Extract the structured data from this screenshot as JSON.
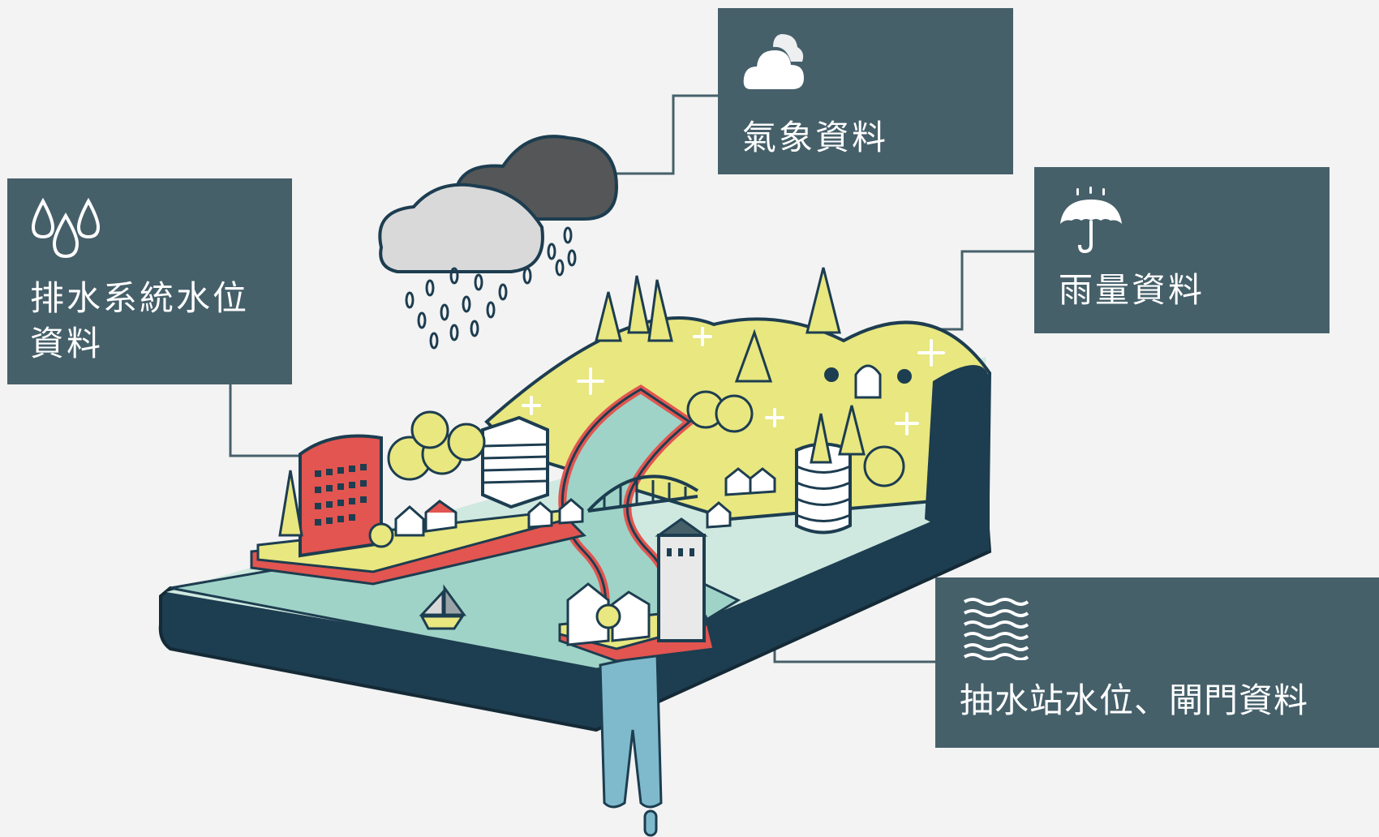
{
  "labels": {
    "drainage_water_level": "排水系統水位\n資料",
    "weather_data": "氣象資料",
    "rainfall_data": "雨量資料",
    "pump_station_gate_data": "抽水站水位、閘門資料"
  },
  "icons": {
    "drainage": "water-drops-icon",
    "weather": "cloud-icon",
    "rainfall": "umbrella-icon",
    "pump": "waves-icon"
  },
  "colors": {
    "card_bg": "#46606a",
    "card_text": "#ffffff",
    "background": "#f3f3f3",
    "connector": "#46606a",
    "ground_dark": "#1d3d50",
    "river": "#9fd3c7",
    "hill": "#e8e780",
    "road_red": "#e25550"
  }
}
